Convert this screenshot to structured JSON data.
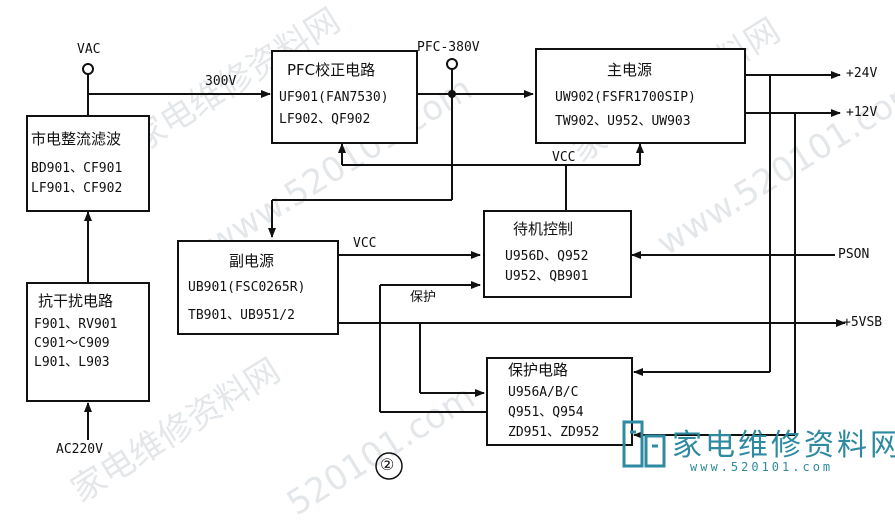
{
  "watermarks": [
    "家电维修资料网",
    "www.520101.com",
    "家电维修资料网",
    "www.520101.com",
    "家电维修资料网",
    "520101.com"
  ],
  "logo": {
    "text": "家电维修资料网",
    "url": "www.520101.com"
  },
  "blocks": {
    "filter": {
      "title": "市电整流滤波",
      "lines": [
        "BD901、CF901",
        "LF901、CF902"
      ]
    },
    "emi": {
      "title": "抗干扰电路",
      "lines": [
        "F901、RV901",
        "C901～C909",
        "L901、L903"
      ]
    },
    "pfc": {
      "title": "PFC校正电路",
      "lines": [
        "UF901(FAN7530)",
        "LF902、QF902"
      ]
    },
    "main": {
      "title": "主电源",
      "lines": [
        "UW902(FSFR1700SIP)",
        "TW902、U952、UW903"
      ]
    },
    "aux": {
      "title": "副电源",
      "lines": [
        "UB901(FSC0265R)",
        "TB901、UB951/2"
      ]
    },
    "standby": {
      "title": "待机控制",
      "lines": [
        "U956D、Q952",
        "U952、QB901"
      ]
    },
    "protect": {
      "title": "保护电路",
      "lines": [
        "U956A/B/C",
        "Q951、Q954",
        "ZD951、ZD952"
      ]
    }
  },
  "labels": {
    "vac": "VAC",
    "v300": "300V",
    "pfc380": "PFC-380V",
    "vcc_main": "VCC",
    "vcc_aux": "VCC",
    "baohu": "保护",
    "out24": "+24V",
    "out12": "+12V",
    "pson": "PSON",
    "out5": "+5VSB",
    "ac220": "AC220V",
    "figure_no": "②"
  },
  "colors": {
    "line": "#111111",
    "watermark": "#cfd4d8",
    "logo": "#2e8aa0"
  }
}
